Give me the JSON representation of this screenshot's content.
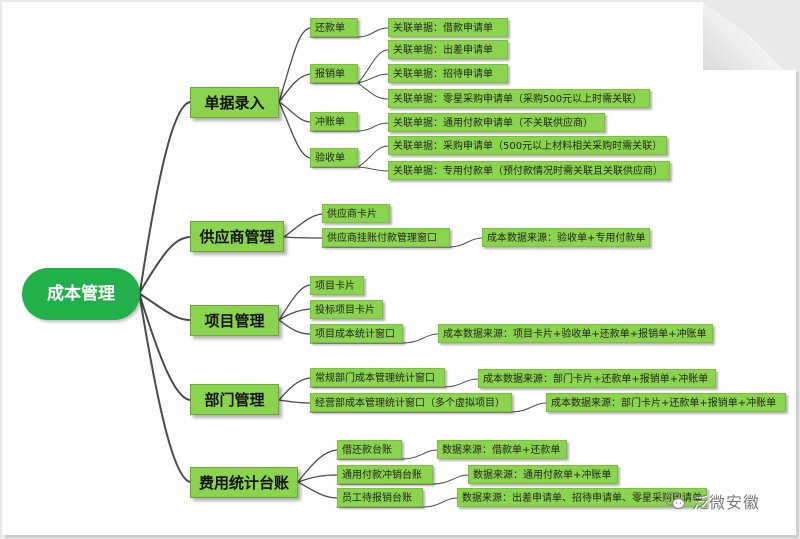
{
  "mindmap": {
    "root": "成本管理",
    "branches": [
      {
        "label": "单据录入",
        "items": [
          {
            "label": "还款单",
            "children": [
              "关联单据：借款申请单"
            ]
          },
          {
            "label": "报销单",
            "children": [
              "关联单据：出差申请单",
              "关联单据：招待申请单",
              "关联单据：零星采购申请单（采购500元以上时需关联）"
            ]
          },
          {
            "label": "冲账单",
            "children": [
              "关联单据：通用付款申请单（不关联供应商）"
            ]
          },
          {
            "label": "验收单",
            "children": [
              "关联单据：采购申请单（500元以上材料相关采购时需关联）",
              "关联单据：专用付款单（预付款情况时需关联且关联供应商）"
            ]
          }
        ]
      },
      {
        "label": "供应商管理",
        "items": [
          {
            "label": "供应商卡片",
            "children": []
          },
          {
            "label": "供应商挂账付款管理窗口",
            "children": [
              "成本数据来源：验收单+专用付款单"
            ]
          }
        ]
      },
      {
        "label": "项目管理",
        "items": [
          {
            "label": "项目卡片",
            "children": []
          },
          {
            "label": "投标项目卡片",
            "children": []
          },
          {
            "label": "项目成本统计窗口",
            "children": [
              "成本数据来源：项目卡片+验收单+还款单+报销单+冲账单"
            ]
          }
        ]
      },
      {
        "label": "部门管理",
        "items": [
          {
            "label": "常规部门成本管理统计窗口",
            "children": [
              "成本数据来源：部门卡片+还款单+报销单+冲账单"
            ]
          },
          {
            "label": "经营部成本管理统计窗口（多个虚拟项目）",
            "children": [
              "成本数据来源：部门卡片+还款单+报销单+冲账单"
            ]
          }
        ]
      },
      {
        "label": "费用统计台账",
        "items": [
          {
            "label": "借还款台账",
            "children": [
              "数据来源：借款单+还款单"
            ]
          },
          {
            "label": "通用付款冲销台账",
            "children": [
              "数据来源：通用付款单+冲账单"
            ]
          },
          {
            "label": "员工待报销台账",
            "children": [
              "数据来源：出差申请单、招待申请单、零星采购申请单"
            ]
          }
        ]
      }
    ]
  },
  "watermark": {
    "icon": "wechat-icon",
    "text": "泛微安徽"
  },
  "colors": {
    "root": "#22b04b",
    "node": "#8bd44d",
    "line": "#4a4a4a"
  }
}
